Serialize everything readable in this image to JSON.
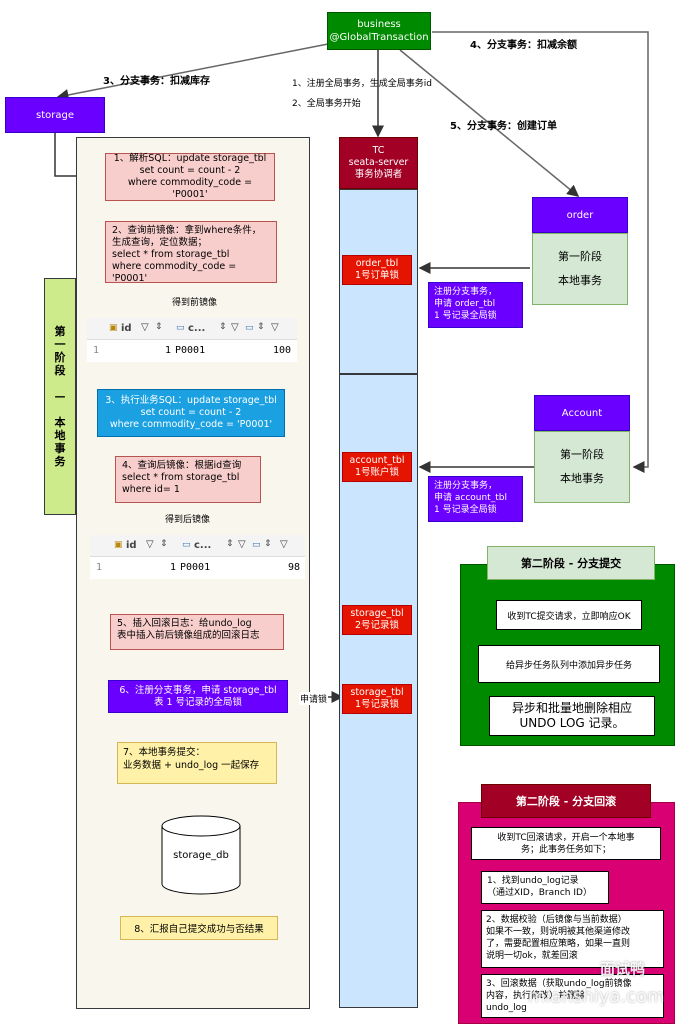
{
  "business": "business\n@GlobalTransaction",
  "storage": "storage",
  "tc": "TC\nseata-server\n事务协调者",
  "order": {
    "title": "order",
    "body": "第一阶段\n\n本地事务"
  },
  "account": {
    "title": "Account",
    "body": "第一阶段\n\n本地事务"
  },
  "labels": {
    "deduct_stock": "3、分支事务：扣减库存",
    "deduct_balance": "4、分支事务：扣减余额",
    "create_order": "5、分支事务：创建订单",
    "register_global": "1、注册全局事务，生成全局事务id",
    "global_start": "2、全局事务开始",
    "got_before": "得到前镜像",
    "got_after": "得到后镜像",
    "apply_lock": "申请锁"
  },
  "phase1_label": "第\n一\n阶\n段\n\n—\n\n本\n地\n事\n务",
  "steps": {
    "s1": "1、解析SQL：update storage_tbl\nset count = count - 2\nwhere commodity_code = 'P0001'",
    "s2": "2、查询前镜像：拿到where条件，\n生成查询，定位数据；\nselect * from storage_tbl\nwhere commodity_code = 'P0001'",
    "s3": "3、执行业务SQL：update storage_tbl\nset count = count - 2\nwhere commodity_code = 'P0001'",
    "s4": "4、查询后镜像：根据id查询\nselect * from storage_tbl\nwhere id= 1",
    "s5": "5、插入回滚日志：给undo_log\n表中插入前后镜像组成的回滚日志",
    "s6": "6、注册分支事务，申请 storage_tbl\n表 1 号记录的全局锁",
    "s7": "7、本地事务提交：\n业务数据 + undo_log 一起保存",
    "s8": "8、汇报自己提交成功与否结果",
    "db": "storage_db"
  },
  "table_before": {
    "h1": "id",
    "h2": "c...",
    "rownum": "1",
    "id": "1",
    "code": "P0001",
    "count": "100"
  },
  "table_after": {
    "h1": "id",
    "h2": "c...",
    "rownum": "1",
    "id": "1",
    "code": "P0001",
    "count": "98"
  },
  "locks": {
    "order": "order_tbl\n1号订单锁",
    "account": "account_tbl\n1号账户锁",
    "storage2": "storage_tbl\n2号记录锁",
    "storage1": "storage_tbl\n1号记录锁"
  },
  "branch_reg": {
    "order": "注册分支事务，\n申请 order_tbl\n1 号记录全局锁",
    "account": "注册分支事务，\n申请 account_tbl\n1 号记录全局锁"
  },
  "commit": {
    "title": "第二阶段 - 分支提交",
    "b1": "收到TC提交请求，立即响应OK",
    "b2": "给异步任务队列中添加异步任务",
    "b3": "异步和批量地删除相应\nUNDO LOG 记录。"
  },
  "rollback": {
    "title": "第二阶段 - 分支回滚",
    "b1": "收到TC回滚请求，开启一个本地事\n务；此事务任务如下；",
    "b2": "1、找到undo_log记录\n（通过XID，Branch ID）",
    "b3": "2、数据校验（后镜像与当前数据）\n如果不一致，则说明被其他渠道修改\n了，需要配置相应策略，如果一直则\n说明一切ok，就差回滚",
    "b4": "3、回滚数据（获取undo_log前镜像\n内容，执行修改）并删除\nundo_log"
  },
  "watermark": {
    "cn": "面试鸭",
    "url": "mianshiya.com"
  },
  "colors": {
    "business_green": "#008a00",
    "purple": "#6a00ff",
    "tc_red": "#a20025",
    "blue_lane": "#cce5ff",
    "step_pink": "#f8cecc",
    "step_blue": "#1ba1e2",
    "step_yellow": "#fff2a8",
    "commit_green": "#008a00",
    "rollback_pink": "#d80073",
    "panel_bg": "#f9f7ed"
  }
}
